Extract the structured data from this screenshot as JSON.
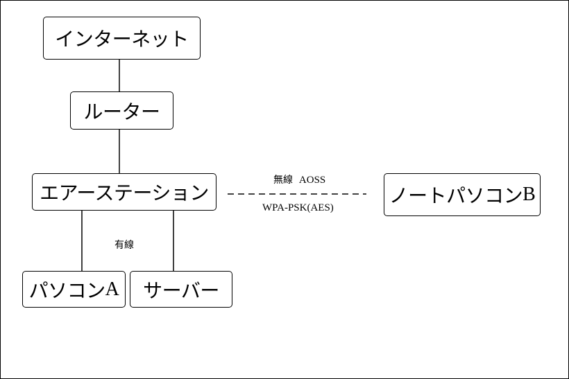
{
  "nodes": {
    "internet": "インターネット",
    "router": "ルーター",
    "airstation": "エアーステーション",
    "pc_a_text": "パソコン",
    "pc_a_letter": "A",
    "server": "サーバー",
    "notebook_text": "ノートパソコン",
    "notebook_letter": "B"
  },
  "labels": {
    "wireless": "無線",
    "aoss": "AOSS",
    "encryption": "WPA-PSK(AES)",
    "wired": "有線"
  },
  "colors": {
    "line": "#000000",
    "background": "#ffffff"
  }
}
